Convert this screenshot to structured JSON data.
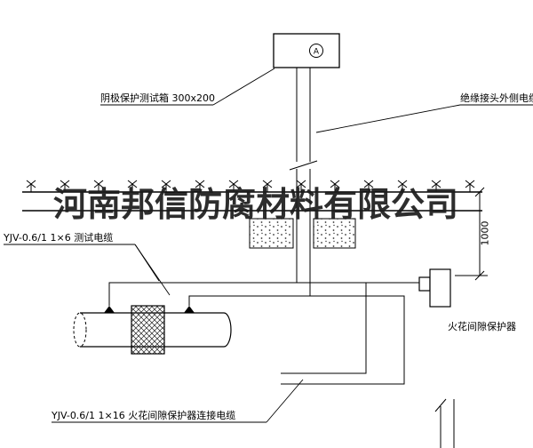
{
  "watermark": {
    "text": "河南邦信防腐材料有限公司"
  },
  "labels": {
    "test_box": "阴极保护测试箱 300x200",
    "outer_cable": "绝缘接头外侧电缆",
    "test_cable": "YJV-0.6/1 1×6  测试电缆",
    "spark_gap": "火花间隙保护器",
    "connect_cable": "YJV-0.6/1 1×16  火花间隙保护器连接电缆",
    "dimension_1000": "1000",
    "meter": "A"
  },
  "colors": {
    "line": "#000000",
    "background": "#ffffff",
    "watermark": "#1c1c1c"
  }
}
